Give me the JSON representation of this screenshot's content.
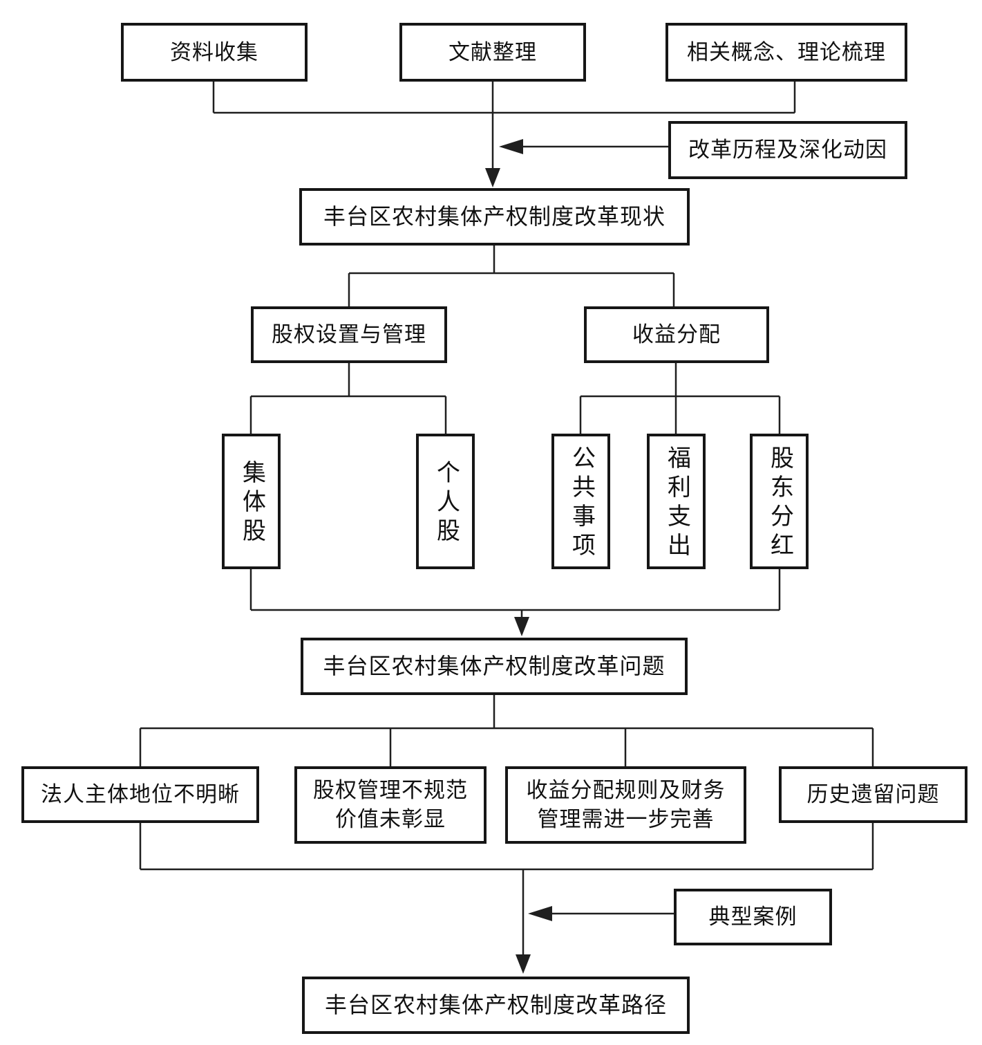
{
  "diagram": {
    "title_hint": "研究框架流程图",
    "colors": {
      "background": "#ffffff",
      "line": "#1f1f1f",
      "box_border": "#161616",
      "text": "#111111"
    },
    "top_row": {
      "data_collection": "资料收集",
      "literature": "文献整理",
      "concepts": "相关概念、理论梳理"
    },
    "side_inputs": {
      "reform_history": "改革历程及深化动因",
      "typical_cases": "典型案例"
    },
    "status_box": "丰台区农村集体产权制度改革现状",
    "branches": {
      "equity": {
        "label": "股权设置与管理",
        "children": {
          "collective_shares": "集体股",
          "individual_shares": "个人股"
        }
      },
      "income": {
        "label": "收益分配",
        "children": {
          "public_affairs": "公共事项",
          "welfare_expenditure": "福利支出",
          "shareholder_dividends": "股东分红"
        }
      }
    },
    "problems_box": "丰台区农村集体产权制度改革问题",
    "problems": {
      "legal_person": "法人主体地位不明晰",
      "equity_mgmt": {
        "line1": "股权管理不规范",
        "line2": "价值未彰显"
      },
      "income_rules": {
        "line1": "收益分配规则及财务",
        "line2": "管理需进一步完善"
      },
      "historical": "历史遗留问题"
    },
    "path_box": "丰台区农村集体产权制度改革路径"
  }
}
